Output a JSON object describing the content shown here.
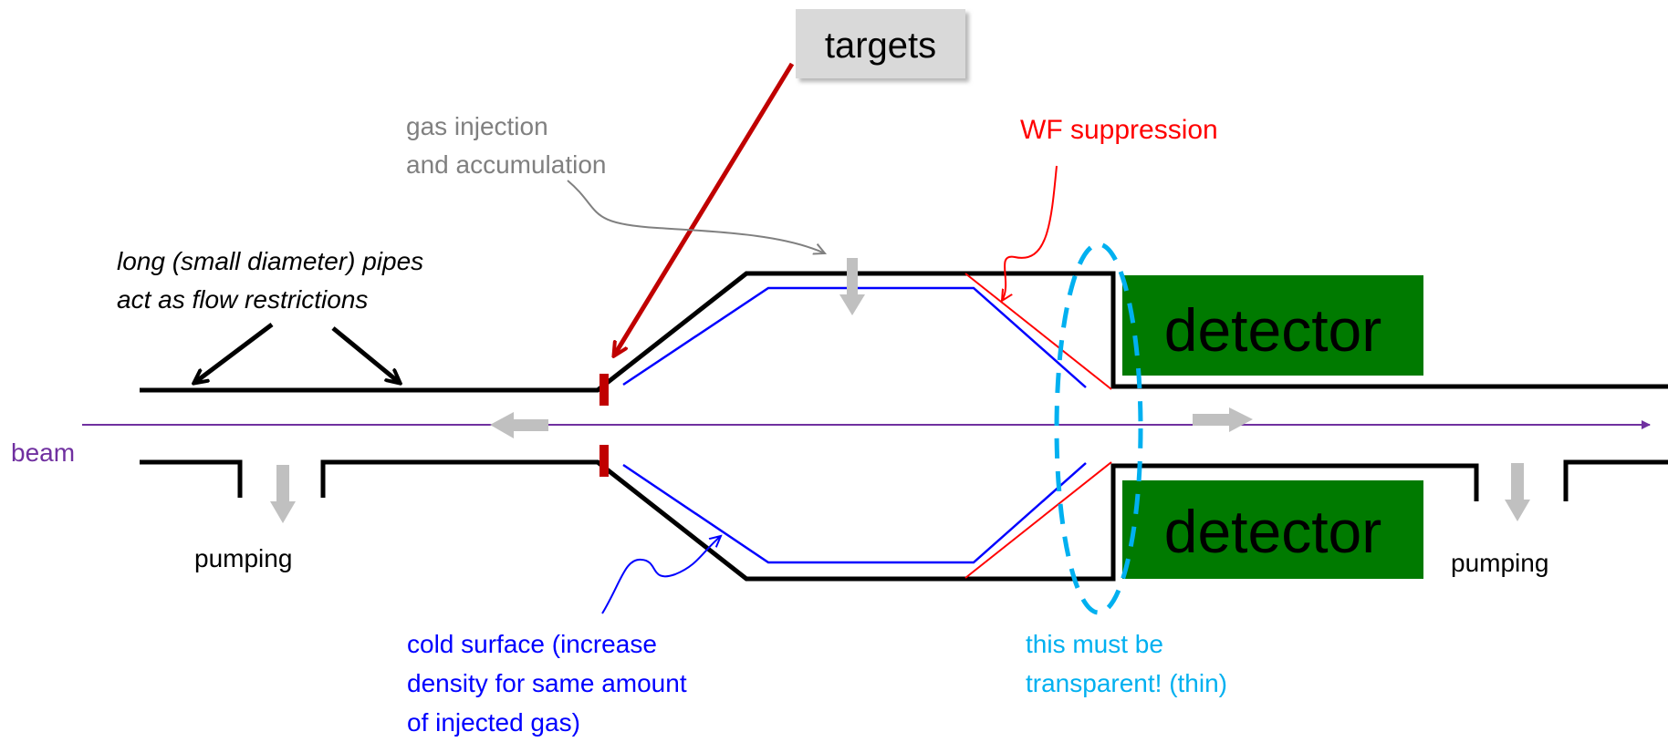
{
  "labels": {
    "targets": "targets",
    "gas_injection_line1": "gas injection",
    "gas_injection_line2": "and accumulation",
    "wf_suppression": "WF suppression",
    "pipes_line1": "long (small diameter) pipes",
    "pipes_line2": "act as flow restrictions",
    "detector_top": "detector",
    "detector_bottom": "detector",
    "beam": "beam",
    "pumping_left": "pumping",
    "pumping_right": "pumping",
    "cold_line1": "cold surface (increase",
    "cold_line2": "density for same amount",
    "cold_line3": "of injected gas)",
    "transparent_line1": "this must be",
    "transparent_line2": "transparent! (thin)"
  },
  "colors": {
    "pipe": "#000000",
    "beam": "#7030a0",
    "target": "#c00000",
    "targets_arrow": "#c00000",
    "cold_surface": "#0000ff",
    "wf": "#ff0000",
    "transparent_note": "#00b0f0",
    "gas_note": "#808080",
    "flow_arrow": "#c0c0c0",
    "detector_fill": "#007a00",
    "label_box": "#d9d9d9"
  }
}
